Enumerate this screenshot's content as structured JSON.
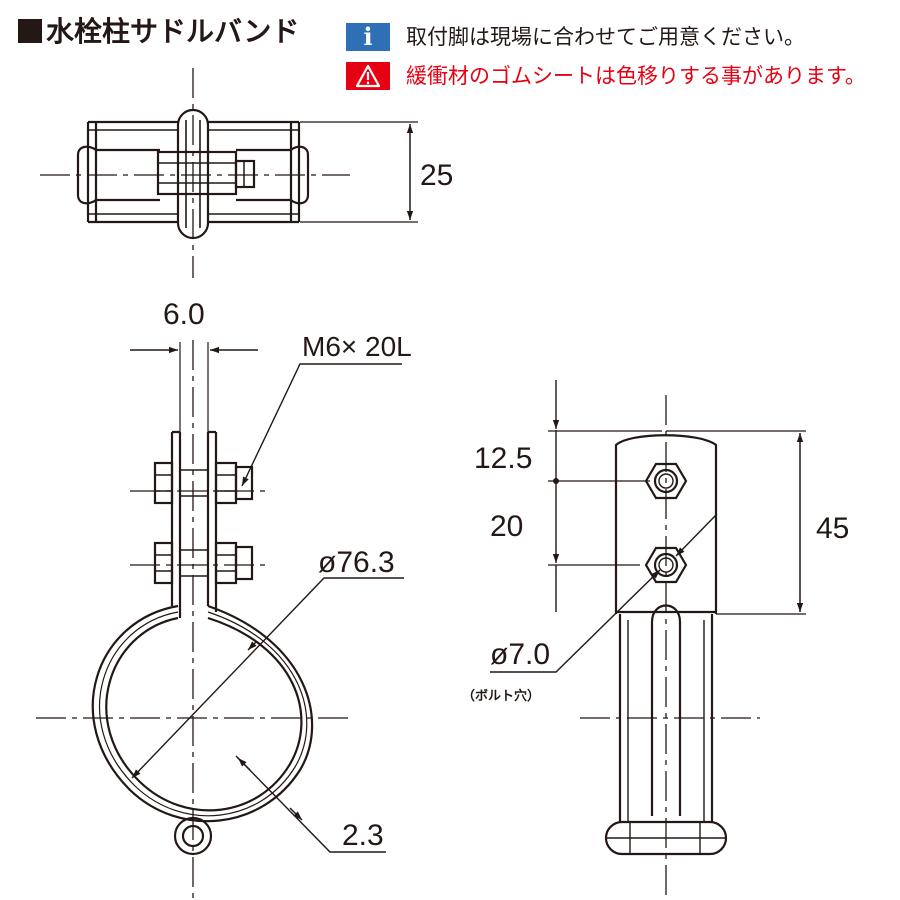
{
  "header": {
    "title": "水栓柱サドルバンド",
    "info_icon_glyph": "i",
    "info_note": "取付脚は現場に合わせてご用意ください。",
    "warning_note": "緩衝材のゴムシートは色移りする事があります。",
    "info_color": "#2e6fb5",
    "warning_color": "#e60012"
  },
  "dimensions": {
    "height_top_view": "25",
    "plate_thickness": "6.0",
    "bolt_spec": "M6× 20L",
    "pipe_diameter": "ø76.3",
    "band_thickness": "2.3",
    "pitch_top": "12.5",
    "pitch_mid": "20",
    "overall_height": "45",
    "hole_diameter": "ø7.0",
    "hole_note": "（ボルト穴）"
  },
  "colors": {
    "line": "#231815"
  }
}
